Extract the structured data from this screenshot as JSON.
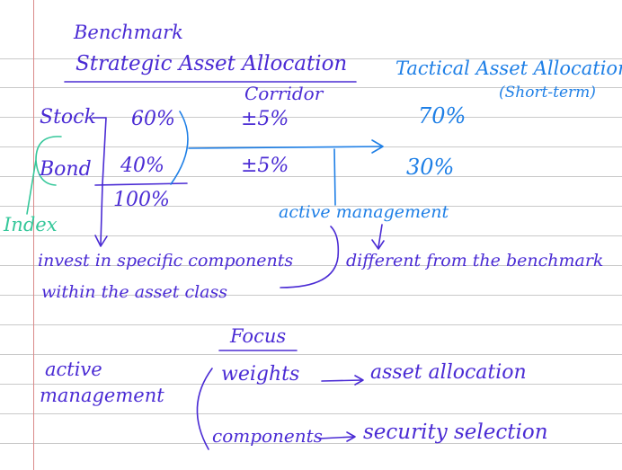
{
  "colors": {
    "purple_ink": "#4a2bd4",
    "blue_ink": "#1e7fe6",
    "teal_ink": "#35c79a",
    "rule_line": "#c9c9c9",
    "margin_line": "#d98a8a"
  },
  "note": {
    "benchmark": "Benchmark",
    "saa": "Strategic Asset Allocation",
    "corridor": "Corridor",
    "taa": "Tactical Asset Allocation",
    "short_term": "(Short-term)",
    "stock": "Stock",
    "stock_pct": "60%",
    "stock_corridor": "±5%",
    "stock_taa": "70%",
    "bond": "Bond",
    "bond_pct": "40%",
    "bond_corridor": "±5%",
    "bond_taa": "30%",
    "total": "100%",
    "index": "Index",
    "active_management_label": "active management",
    "invest_line1": "invest in specific components",
    "invest_line2": "within the asset class",
    "different": "different from the benchmark",
    "focus": "Focus",
    "active": "active",
    "management": "management",
    "weights": "weights",
    "asset_allocation": "asset allocation",
    "components": "components",
    "security_selection": "security selection"
  }
}
